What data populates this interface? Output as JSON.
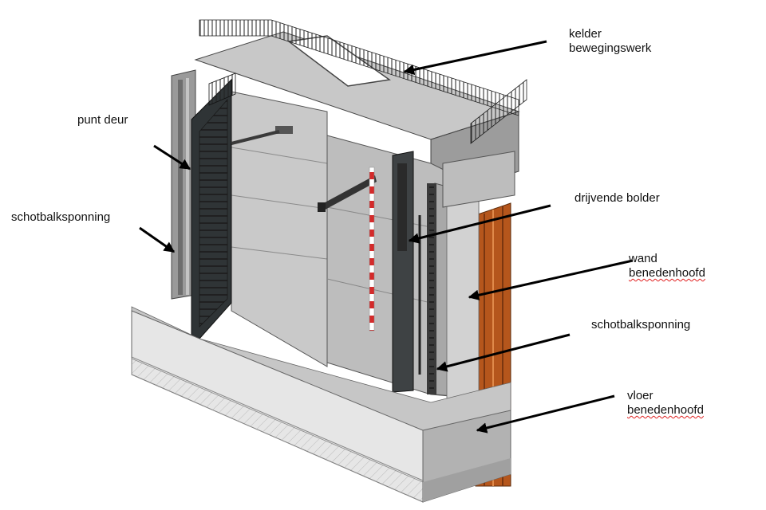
{
  "labels": {
    "kelder_line1": "kelder",
    "kelder_line2": "bewegingswerk",
    "punt_deur": "punt deur",
    "schotbalk_left": "schotbalksponning",
    "drijvende_bolder": "drijvende bolder",
    "wand_line1": "wand",
    "wand_line2": "benedenhoofd",
    "schotbalk_right": "schotbalksponning",
    "vloer_line1": "vloer",
    "vloer_line2": "benedenhoofd"
  },
  "colors": {
    "concrete_light": "#d4d4d4",
    "concrete_mid": "#a9a9a9",
    "concrete_dark": "#7d7d7d",
    "steel_dark": "#2f3436",
    "sheet_pile": "#b5561c",
    "pole_red": "#d42a2a",
    "spellcheck_underline": "#e02020"
  }
}
